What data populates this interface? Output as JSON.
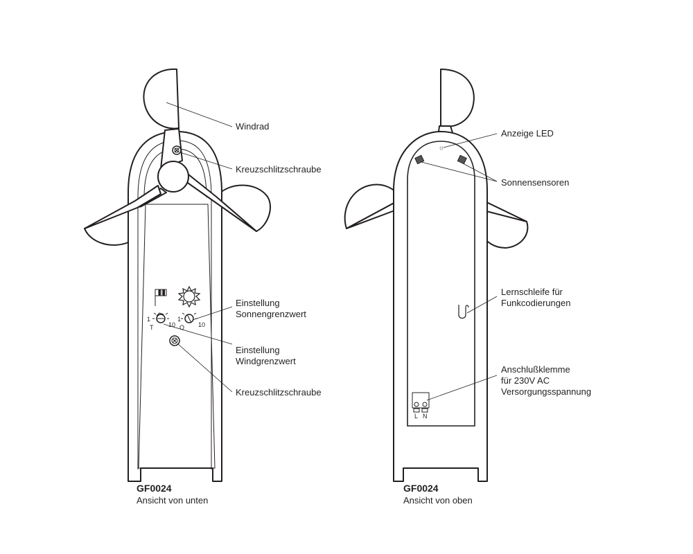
{
  "left_view": {
    "model": "GF0024",
    "caption": "Ansicht von unten",
    "labels": {
      "windrad": "Windrad",
      "screw_top": "Kreuzschlitzschraube",
      "sun_setting_1": "Einstellung",
      "sun_setting_2": "Sonnengrenzwert",
      "wind_setting_1": "Einstellung",
      "wind_setting_2": "Windgrenzwert",
      "screw_bottom": "Kreuzschlitzschraube"
    },
    "dial_marks": {
      "wind_min": "1",
      "wind_max": "10",
      "wind_t": "T",
      "sun_min": "1",
      "sun_max": "10",
      "sun_o": "O"
    }
  },
  "right_view": {
    "model": "GF0024",
    "caption": "Ansicht von oben",
    "labels": {
      "led": "Anzeige LED",
      "sensors": "Sonnensensoren",
      "loop_1": "Lernschleife für",
      "loop_2": "Funkcodierungen",
      "terminal_1": "Anschlußklemme",
      "terminal_2": "für 230V AC",
      "terminal_3": "Versorgungsspannung"
    },
    "terminal_marks": {
      "l": "L",
      "n": "N"
    }
  }
}
